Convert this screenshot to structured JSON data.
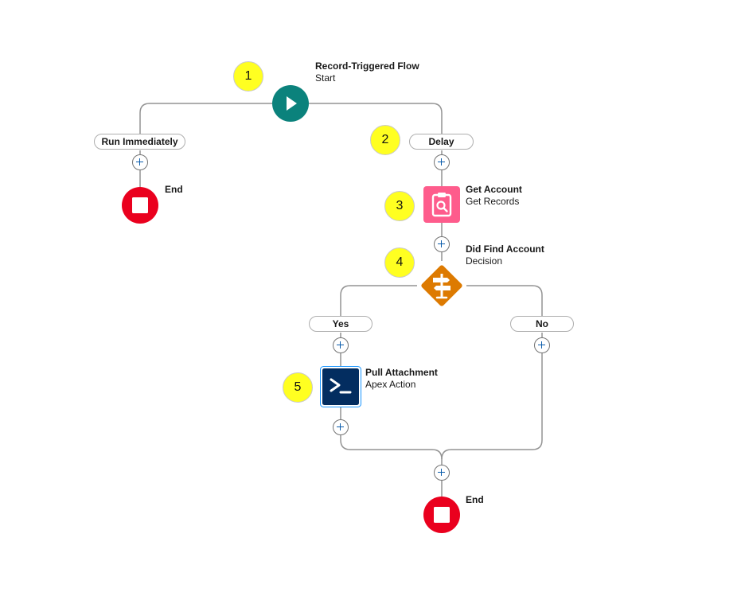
{
  "colors": {
    "connector": "#939393",
    "start": "#0b827c",
    "end": "#ea001e",
    "get_records": "#fe5c8c",
    "decision": "#dd7a01",
    "apex": "#032d60",
    "badge": "#ffff21"
  },
  "start": {
    "title": "Record-Triggered Flow",
    "subtitle": "Start",
    "icon": "play-icon"
  },
  "paths": {
    "run_immediately": "Run Immediately",
    "delay": "Delay",
    "yes": "Yes",
    "no": "No"
  },
  "end_left": {
    "title": "End",
    "icon": "stop-icon"
  },
  "get_account": {
    "title": "Get Account",
    "subtitle": "Get Records",
    "icon": "record-lookup-icon"
  },
  "decision": {
    "title": "Did Find Account",
    "subtitle": "Decision",
    "icon": "signpost-icon"
  },
  "apex": {
    "title": "Pull Attachment",
    "subtitle": "Apex Action",
    "icon": "terminal-icon"
  },
  "end_bottom": {
    "title": "End",
    "icon": "stop-icon"
  },
  "badges": [
    "1",
    "2",
    "3",
    "4",
    "5"
  ]
}
